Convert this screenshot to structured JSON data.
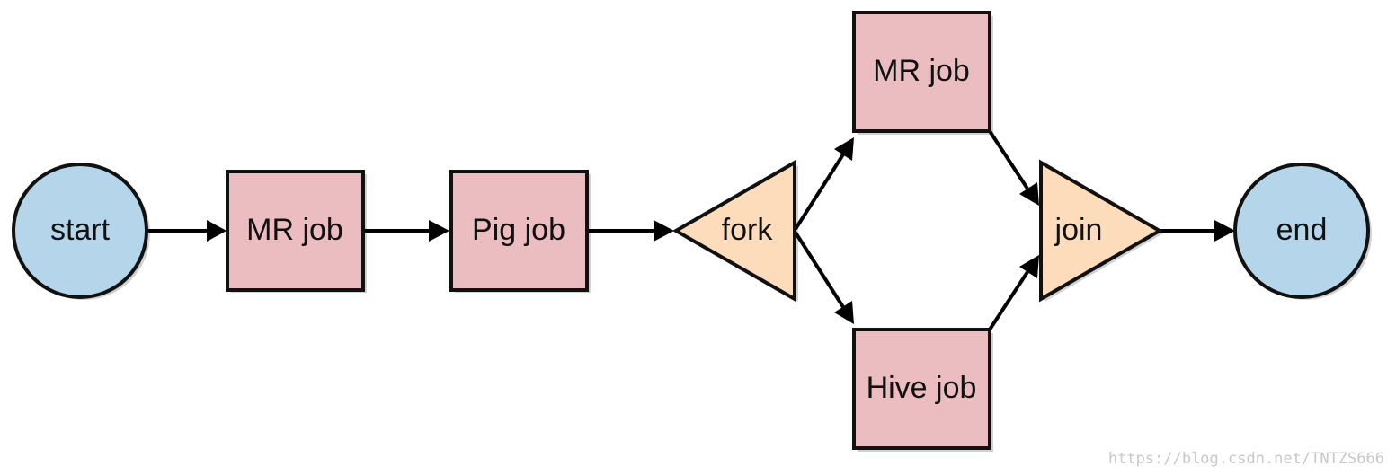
{
  "diagram": {
    "nodes": {
      "start": {
        "label": "start"
      },
      "mr_job_1": {
        "label": "MR job"
      },
      "pig_job": {
        "label": "Pig job"
      },
      "fork": {
        "label": "fork"
      },
      "mr_job_2": {
        "label": "MR job"
      },
      "hive_job": {
        "label": "Hive job"
      },
      "join": {
        "label": "join"
      },
      "end": {
        "label": "end"
      }
    },
    "edges": [
      {
        "from": "start",
        "to": "mr_job_1"
      },
      {
        "from": "mr_job_1",
        "to": "pig_job"
      },
      {
        "from": "pig_job",
        "to": "fork"
      },
      {
        "from": "fork",
        "to": "mr_job_2"
      },
      {
        "from": "fork",
        "to": "hive_job"
      },
      {
        "from": "mr_job_2",
        "to": "join"
      },
      {
        "from": "hive_job",
        "to": "join"
      },
      {
        "from": "join",
        "to": "end"
      }
    ],
    "colors": {
      "start_end_fill": "#b4d5ea",
      "job_fill": "#ecbdc0",
      "fork_join_fill": "#fcdcbb",
      "stroke": "#111111"
    }
  },
  "watermark": {
    "text": "https://blog.csdn.net/TNTZS666"
  }
}
